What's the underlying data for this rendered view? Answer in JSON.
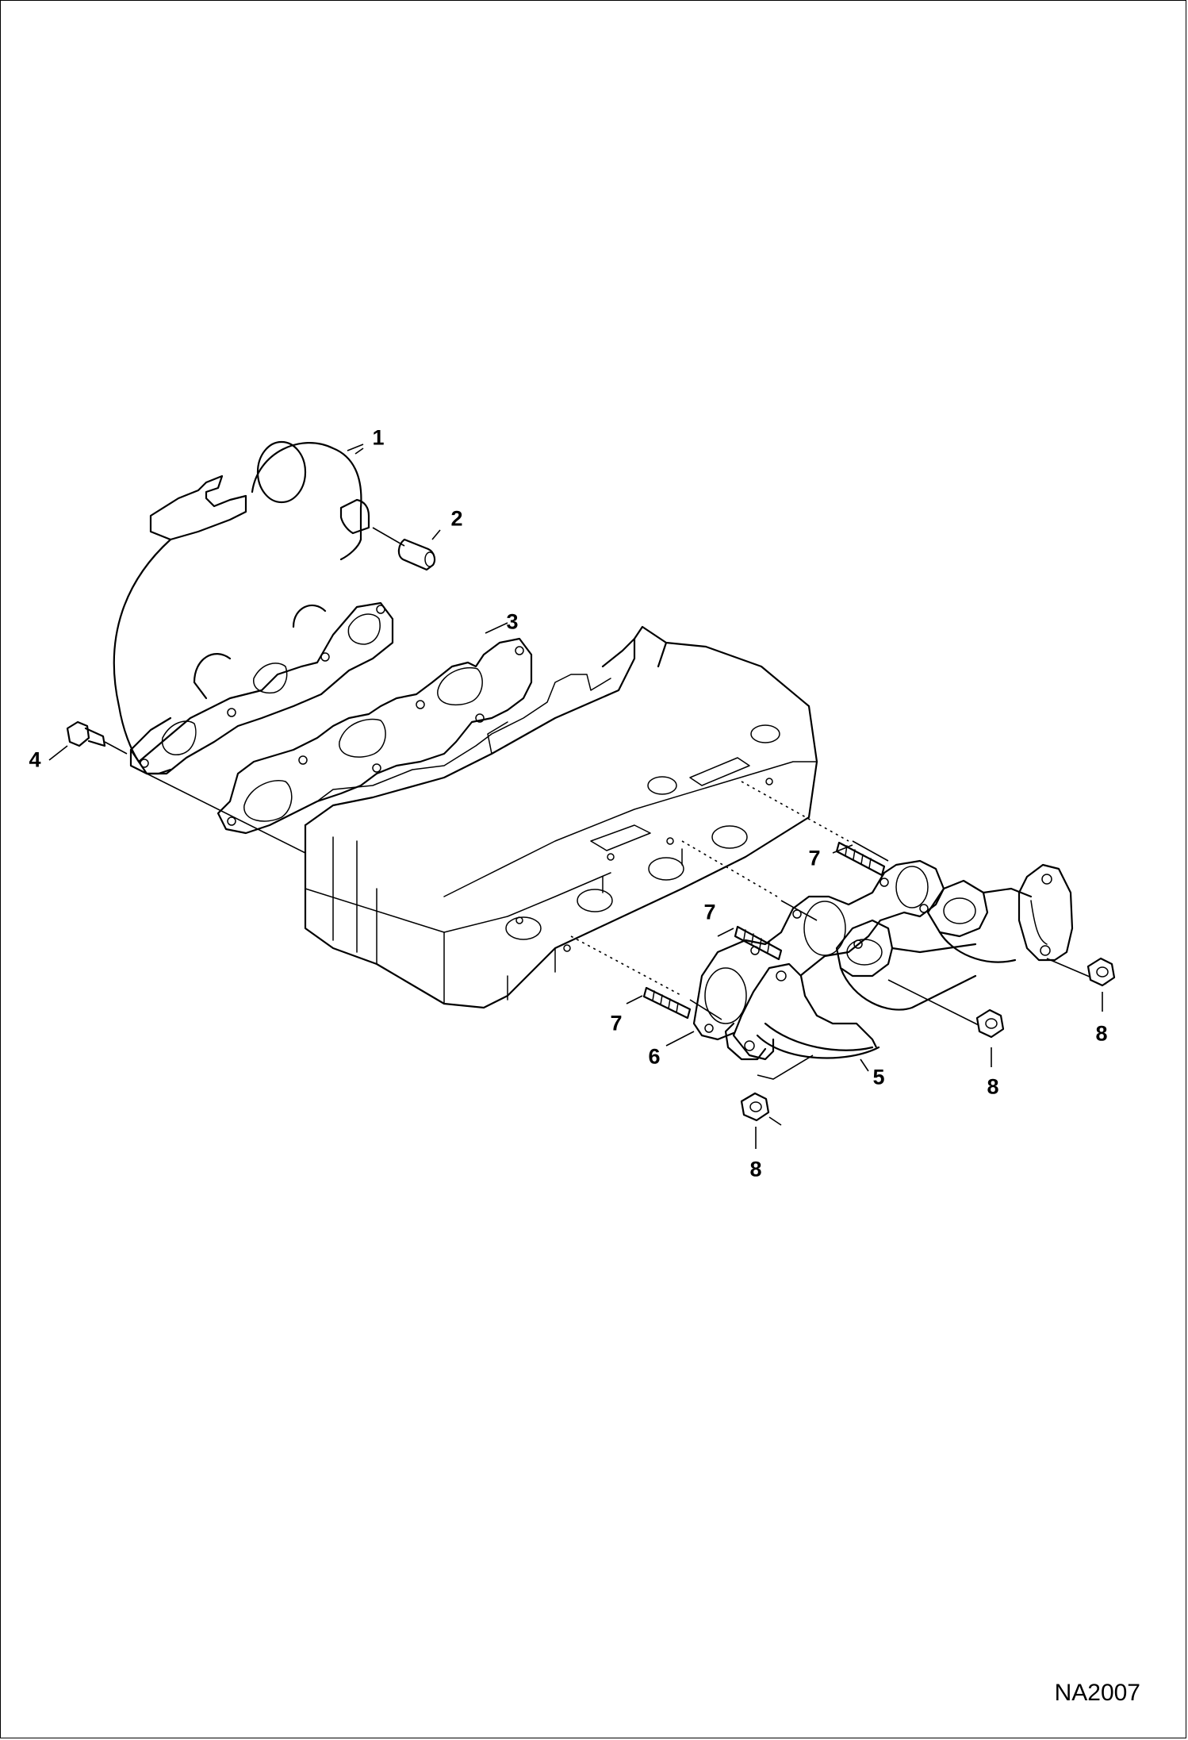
{
  "figure_id": "NA2007",
  "callouts": [
    {
      "id": "c1",
      "text": "1"
    },
    {
      "id": "c2",
      "text": "2"
    },
    {
      "id": "c3",
      "text": "3"
    },
    {
      "id": "c4",
      "text": "4"
    },
    {
      "id": "c5",
      "text": "5"
    },
    {
      "id": "c6",
      "text": "6"
    },
    {
      "id": "c7a",
      "text": "7"
    },
    {
      "id": "c7b",
      "text": "7"
    },
    {
      "id": "c7c",
      "text": "7"
    },
    {
      "id": "c8a",
      "text": "8"
    },
    {
      "id": "c8b",
      "text": "8"
    },
    {
      "id": "c8c",
      "text": "8"
    }
  ]
}
